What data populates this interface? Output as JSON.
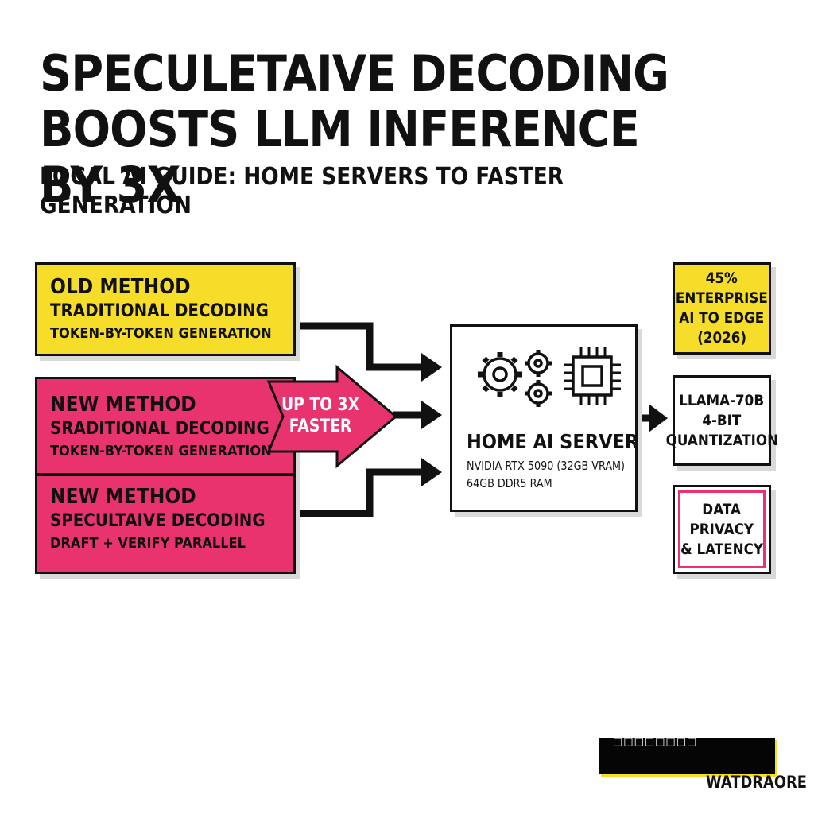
{
  "header": {
    "title_line1": "SPECULETAIVE DECODING",
    "title_line2": "BOOSTS LLM INFERENCE BY 3X",
    "subtitle": "LOCAL AI GUIDE: HOME SERVERS TO FASTER GENERATION"
  },
  "methods": [
    {
      "label": "OLD METHOD",
      "name": "TRADITIONAL DECODING",
      "detail": "TOKEN-BY-TOKEN GENERATION",
      "color": "#f5dd2a"
    },
    {
      "label": "NEW METHOD",
      "name": "SRADITIONAL DECODING",
      "detail": "TOKEN-BY-TOKEN GENERATION",
      "color": "#e8336f"
    },
    {
      "label": "NEW METHOD",
      "name": "SPECULTAIVE DECODING",
      "detail": "DRAFT + VERIFY PARALLEL",
      "color": "#e8336f"
    }
  ],
  "badge": {
    "line1": "UP TO 3X",
    "line2": "FASTER",
    "color": "#e8336f"
  },
  "server": {
    "title": "HOME AI SERVER",
    "gpu": "NVIDIA RTX 5090 (32GB VRAM)",
    "ram": "64GB DDR5 RAM",
    "icons": [
      "gears-icon",
      "chip-icon"
    ]
  },
  "side_boxes": [
    {
      "lines": [
        "45%",
        "ENTERPRISE",
        "AI TO EDGE",
        "(2026)"
      ],
      "color": "#f5dd2a"
    },
    {
      "lines": [
        "LLAMA-70B",
        "4-BIT",
        "QUANTIZATION"
      ]
    },
    {
      "lines": [
        "DATA",
        "PRIVACY",
        "& LATENCY"
      ],
      "accent": "#e8336f"
    }
  ],
  "footer": {
    "bar_text": "□□□□□□□□",
    "label": "WATDRAORE"
  }
}
